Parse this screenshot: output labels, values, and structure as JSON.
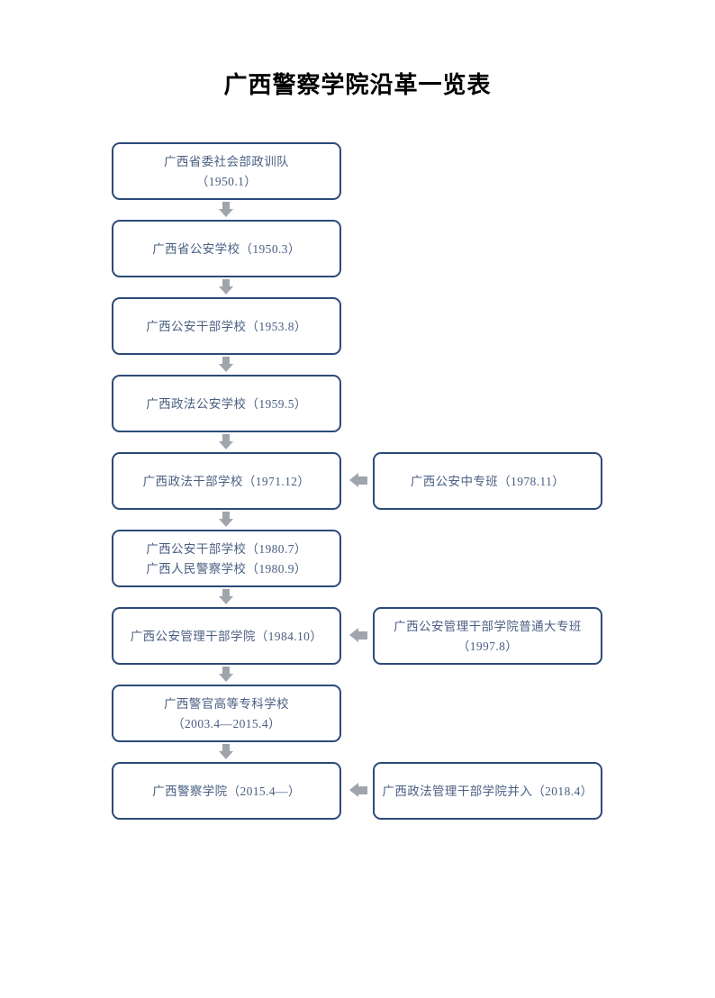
{
  "document": {
    "title": "广西警察学院沿革一览表",
    "colors": {
      "box_border": "#2c4a78",
      "box_text": "#4a5f82",
      "title_text": "#000000",
      "arrow": "#a0a4ad",
      "page_background": "#ffffff"
    }
  },
  "chart_data": {
    "type": "diagram",
    "title": "广西警察学院沿革一览表",
    "orientation": "vertical-timeline",
    "nodes": [
      {
        "id": "n1",
        "column": "main",
        "lines": [
          "广西省委社会部政训队",
          "（1950.1）"
        ],
        "year": "1950.1"
      },
      {
        "id": "n2",
        "column": "main",
        "lines": [
          "广西省公安学校（1950.3）"
        ],
        "year": "1950.3"
      },
      {
        "id": "n3",
        "column": "main",
        "lines": [
          "广西公安干部学校（1953.8）"
        ],
        "year": "1953.8"
      },
      {
        "id": "n4",
        "column": "main",
        "lines": [
          "广西政法公安学校（1959.5）"
        ],
        "year": "1959.5"
      },
      {
        "id": "n5",
        "column": "main",
        "lines": [
          "广西政法干部学校（1971.12）"
        ],
        "year": "1971.12"
      },
      {
        "id": "n5s",
        "column": "side",
        "lines": [
          "广西公安中专班（1978.11）"
        ],
        "year": "1978.11"
      },
      {
        "id": "n6",
        "column": "main",
        "lines": [
          "广西公安干部学校（1980.7）",
          "广西人民警察学校（1980.9）"
        ],
        "year": "1980.7 / 1980.9"
      },
      {
        "id": "n7",
        "column": "main",
        "lines": [
          "广西公安管理干部学院（1984.10）"
        ],
        "year": "1984.10"
      },
      {
        "id": "n7s",
        "column": "side",
        "lines": [
          "广西公安管理干部学院普通大专班",
          "（1997.8）"
        ],
        "year": "1997.8"
      },
      {
        "id": "n8",
        "column": "main",
        "lines": [
          "广西警官高等专科学校",
          "（2003.4—2015.4）"
        ],
        "year": "2003.4—2015.4"
      },
      {
        "id": "n9",
        "column": "main",
        "lines": [
          "广西警察学院（2015.4—）"
        ],
        "year": "2015.4—"
      },
      {
        "id": "n9s",
        "column": "side",
        "lines": [
          "广西政法管理干部学院并入（2018.4）"
        ],
        "year": "2018.4"
      }
    ],
    "edges": [
      {
        "from": "n1",
        "to": "n2",
        "direction": "down"
      },
      {
        "from": "n2",
        "to": "n3",
        "direction": "down"
      },
      {
        "from": "n3",
        "to": "n4",
        "direction": "down"
      },
      {
        "from": "n4",
        "to": "n5",
        "direction": "down"
      },
      {
        "from": "n5s",
        "to": "n5",
        "direction": "left"
      },
      {
        "from": "n5",
        "to": "n6",
        "direction": "down"
      },
      {
        "from": "n6",
        "to": "n7",
        "direction": "down"
      },
      {
        "from": "n7s",
        "to": "n7",
        "direction": "left"
      },
      {
        "from": "n7",
        "to": "n8",
        "direction": "down"
      },
      {
        "from": "n8",
        "to": "n9",
        "direction": "down"
      },
      {
        "from": "n9s",
        "to": "n9",
        "direction": "left"
      }
    ]
  },
  "rows": [
    {
      "main_line1": "广西省委社会部政训队",
      "main_line2": "（1950.1）",
      "has_down_arrow": true,
      "has_side": false,
      "side_line1": "",
      "side_line2": ""
    },
    {
      "main_line1": "广西省公安学校（1950.3）",
      "main_line2": "",
      "has_down_arrow": true,
      "has_side": false,
      "side_line1": "",
      "side_line2": ""
    },
    {
      "main_line1": "广西公安干部学校（1953.8）",
      "main_line2": "",
      "has_down_arrow": true,
      "has_side": false,
      "side_line1": "",
      "side_line2": ""
    },
    {
      "main_line1": "广西政法公安学校（1959.5）",
      "main_line2": "",
      "has_down_arrow": true,
      "has_side": false,
      "side_line1": "",
      "side_line2": ""
    },
    {
      "main_line1": "广西政法干部学校（1971.12）",
      "main_line2": "",
      "has_down_arrow": true,
      "has_side": true,
      "side_line1": "广西公安中专班（1978.11）",
      "side_line2": ""
    },
    {
      "main_line1": "广西公安干部学校（1980.7）",
      "main_line2": "广西人民警察学校（1980.9）",
      "has_down_arrow": true,
      "has_side": false,
      "side_line1": "",
      "side_line2": ""
    },
    {
      "main_line1": "广西公安管理干部学院（1984.10）",
      "main_line2": "",
      "has_down_arrow": true,
      "has_side": true,
      "side_line1": "广西公安管理干部学院普通大专班",
      "side_line2": "（1997.8）"
    },
    {
      "main_line1": "广西警官高等专科学校",
      "main_line2": "（2003.4—2015.4）",
      "has_down_arrow": true,
      "has_side": false,
      "side_line1": "",
      "side_line2": ""
    },
    {
      "main_line1": "广西警察学院（2015.4—）",
      "main_line2": "",
      "has_down_arrow": false,
      "has_side": true,
      "side_line1": "广西政法管理干部学院并入（2018.4）",
      "side_line2": ""
    }
  ]
}
